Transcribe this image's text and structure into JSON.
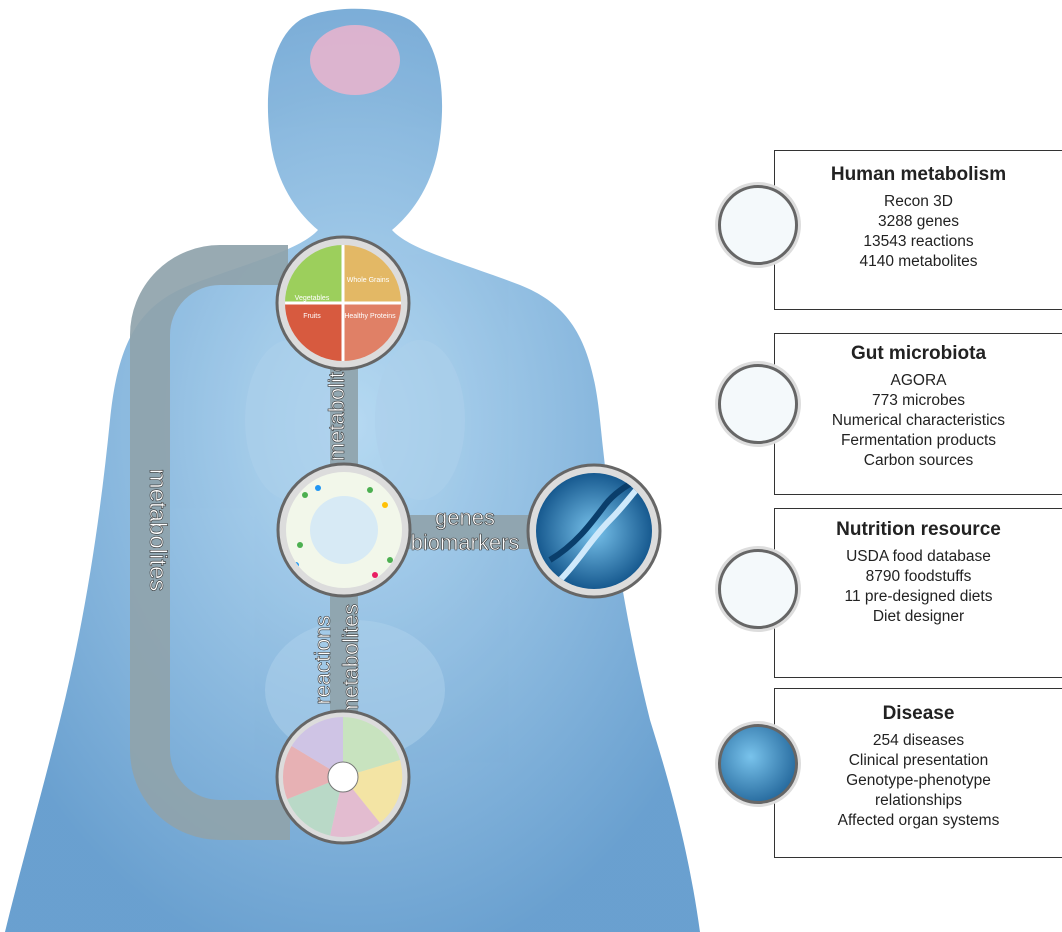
{
  "links": {
    "left_vertical": "metabolites",
    "top_vertical": "metabolites",
    "bottom_vertical_a": "reactions",
    "bottom_vertical_b": "metabolites",
    "horizontal_a": "genes",
    "horizontal_b": "biomarkers"
  },
  "plate": {
    "q1": "Vegetables",
    "q2": "Whole Grains",
    "q3": "Fruits",
    "q4": "Healthy Proteins"
  },
  "boxes": [
    {
      "title": "Human metabolism",
      "lines": [
        "Recon 3D",
        "3288 genes",
        "13543 reactions",
        "4140 metabolites"
      ]
    },
    {
      "title": "Gut microbiota",
      "lines": [
        "AGORA",
        "773 microbes",
        "Numerical characteristics",
        "Fermentation products",
        "Carbon sources"
      ]
    },
    {
      "title": "Nutrition resource",
      "lines": [
        "USDA food database",
        "8790 foodstuffs",
        "11 pre-designed diets",
        "Diet designer"
      ]
    },
    {
      "title": "Disease",
      "lines": [
        "254 diseases",
        "Clinical presentation",
        "Genotype-phenotype",
        "relationships",
        "Affected organ systems"
      ]
    }
  ],
  "colors": {
    "body": "#7fb6e0",
    "connector": "#8fa3ab",
    "vegetables": "#9ccf5c",
    "grains": "#e3b865",
    "fruits": "#d75a3f",
    "proteins": "#e08066",
    "dna": "#1d6fa8"
  }
}
